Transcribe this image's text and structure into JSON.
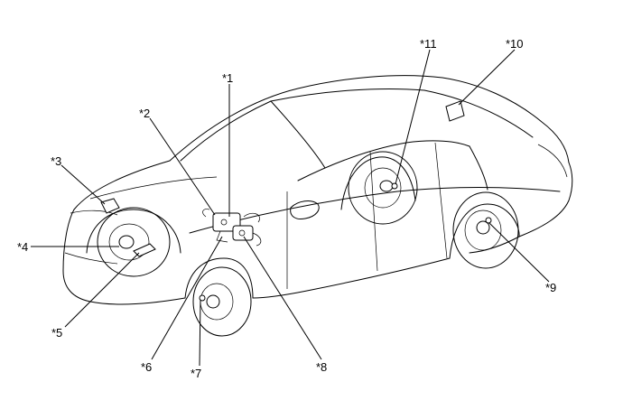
{
  "diagram": {
    "callouts": {
      "c1": "*1",
      "c2": "*2",
      "c3": "*3",
      "c4": "*4",
      "c5": "*5",
      "c6": "*6",
      "c7": "*7",
      "c8": "*8",
      "c9": "*9",
      "c10": "*10",
      "c11": "*11"
    }
  }
}
